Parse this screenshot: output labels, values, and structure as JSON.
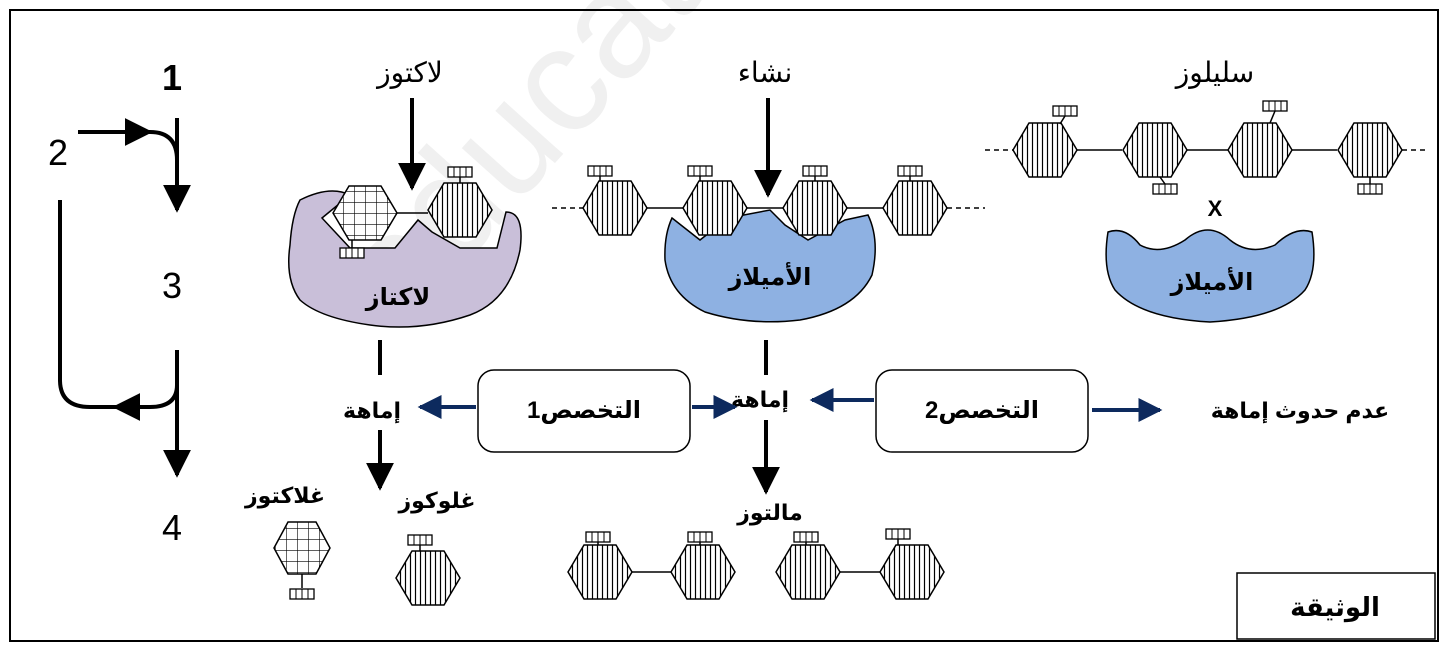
{
  "steps": [
    "1",
    "2",
    "3",
    "4"
  ],
  "substrates": {
    "lactose": "لاكتوز",
    "starch": "نشاء",
    "cellulose": "سليلوز"
  },
  "enzymes": {
    "lactase": "لاكتاز",
    "amylase": "الأميلاز",
    "amylase2": "الأميلاز"
  },
  "hydrolysis": {
    "left": "إماهة",
    "middle": "إماهة",
    "none": "عدم حدوث إماهة"
  },
  "specificity": {
    "box1": "التخصص1",
    "box2": "التخصص2"
  },
  "products": {
    "galactose": "غلاكتوز",
    "glucose": "غلوكوز",
    "maltose": "مالتوز"
  },
  "no_binding_mark": "X",
  "document_label": "الوثيقة",
  "watermark": "education.co",
  "colors": {
    "lactase_fill": "#c9bfd9",
    "amylase_fill": "#8eb1e2",
    "arrow_blue": "#0d2a5e"
  }
}
